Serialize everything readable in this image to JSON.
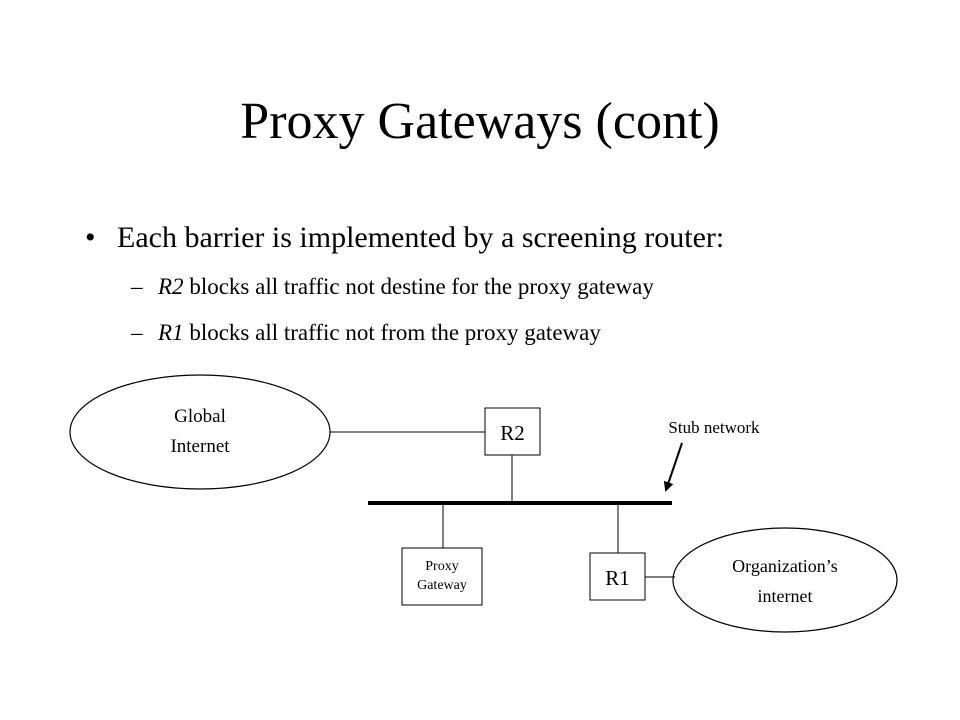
{
  "slide": {
    "title": "Proxy Gateways (cont)",
    "bullet": {
      "symbol": "•",
      "text": "Each barrier is implemented by a screening router:"
    },
    "subbullets": [
      {
        "dash": "–",
        "router": "R2",
        "text": " blocks all traffic not destine for the proxy gateway"
      },
      {
        "dash": "–",
        "router": "R1",
        "text": " blocks all traffic not from the proxy gateway"
      }
    ]
  },
  "diagram": {
    "global_internet": {
      "line1": "Global",
      "line2": "Internet"
    },
    "r2": "R2",
    "r1": "R1",
    "proxy_gateway": {
      "line1": "Proxy",
      "line2": "Gateway"
    },
    "organization": {
      "line1": "Organization’s",
      "line2": "internet"
    },
    "stub_network": "Stub network"
  }
}
